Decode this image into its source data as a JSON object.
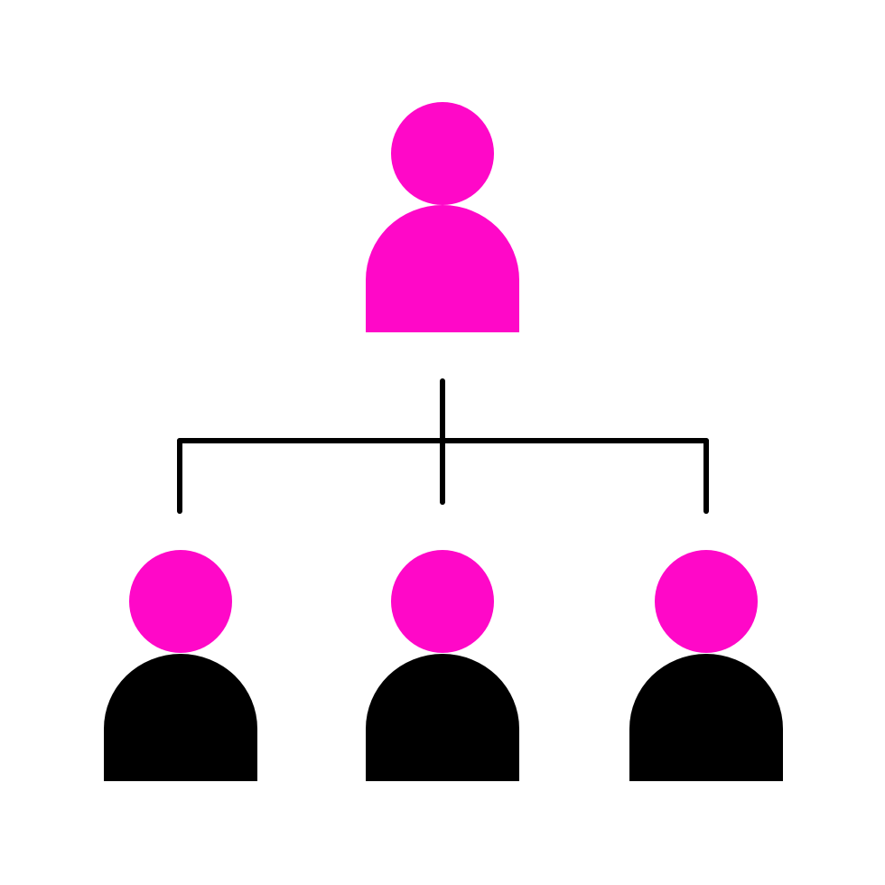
{
  "diagram": {
    "type": "org-chart",
    "colors": {
      "background": "#ffffff",
      "accent": "#ff08c8",
      "dark": "#000000",
      "connector": "#000000"
    },
    "nodes": [
      {
        "role": "manager",
        "icon": "person-icon",
        "head_color": "#ff08c8",
        "body_color": "#ff08c8"
      },
      {
        "role": "report-1",
        "icon": "person-icon",
        "head_color": "#ff08c8",
        "body_color": "#000000"
      },
      {
        "role": "report-2",
        "icon": "person-icon",
        "head_color": "#ff08c8",
        "body_color": "#000000"
      },
      {
        "role": "report-3",
        "icon": "person-icon",
        "head_color": "#ff08c8",
        "body_color": "#000000"
      }
    ],
    "edges": [
      {
        "from": "manager",
        "to": "report-1"
      },
      {
        "from": "manager",
        "to": "report-2"
      },
      {
        "from": "manager",
        "to": "report-3"
      }
    ]
  }
}
